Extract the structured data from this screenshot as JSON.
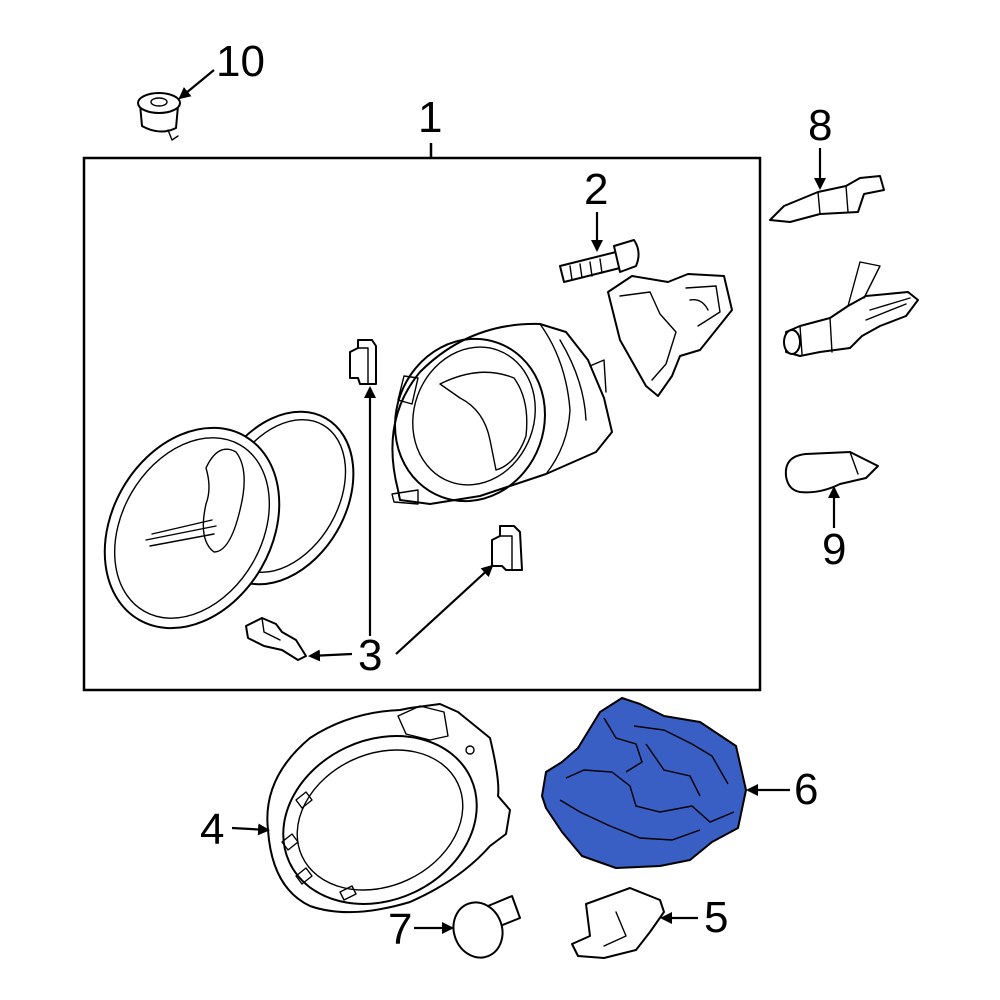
{
  "diagram": {
    "callouts": [
      {
        "id": "1",
        "label": "1"
      },
      {
        "id": "2",
        "label": "2"
      },
      {
        "id": "3",
        "label": "3"
      },
      {
        "id": "4",
        "label": "4"
      },
      {
        "id": "5",
        "label": "5"
      },
      {
        "id": "6",
        "label": "6"
      },
      {
        "id": "7",
        "label": "7"
      },
      {
        "id": "8",
        "label": "8"
      },
      {
        "id": "9",
        "label": "9"
      },
      {
        "id": "10",
        "label": "10"
      }
    ],
    "highlight_part": "6",
    "colors": {
      "highlight": "#3a5fc4",
      "line": "#000000",
      "background": "#ffffff"
    }
  }
}
